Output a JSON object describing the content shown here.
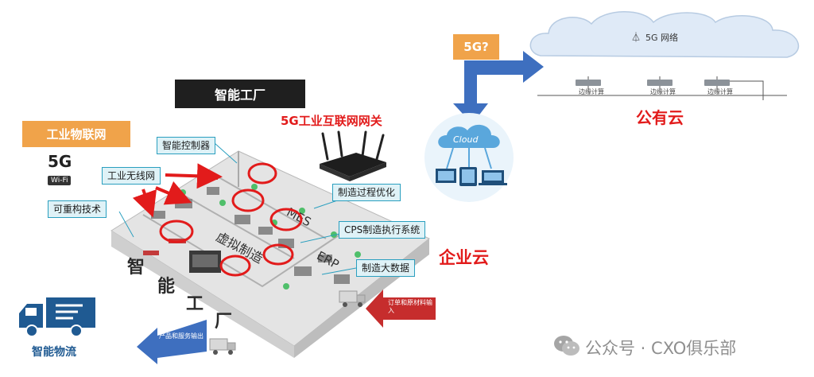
{
  "factory": {
    "title": "智能工厂",
    "floor_chars": [
      "智",
      "能",
      "工",
      "厂"
    ],
    "floor_labels": [
      "虚拟制造",
      "MES",
      "ERP"
    ]
  },
  "iot": {
    "title": "工业物联网"
  },
  "badges": {
    "g5": "5G",
    "wifi": "Wi-Fi"
  },
  "labels": {
    "controller": "智能控制器",
    "wireless": "工业无线网",
    "reconfig": "可重构技术",
    "process": "制造过程优化",
    "cps": "CPS制造执行系统",
    "bigdata": "制造大数据"
  },
  "gateway": {
    "title": "5G工业互联网网关"
  },
  "question": {
    "label": "5G?"
  },
  "public_cloud": {
    "network_label": "5G 网络",
    "nodes": [
      "边缘计算",
      "边缘计算",
      "边缘计算"
    ],
    "title": "公有云"
  },
  "enterprise_cloud": {
    "cloud_label": "Cloud",
    "title": "企业云"
  },
  "arrows": {
    "orders": "订单和原材料输入",
    "products": "产品和服务输出"
  },
  "logistics": {
    "title": "智能物流"
  },
  "watermark": {
    "text": "公众号 · CXO俱乐部"
  },
  "colors": {
    "accent_red": "#e21b1b",
    "arrow_blue": "#3e6fbf",
    "cyan": "#2a9fbf",
    "orange": "#f0a34a"
  }
}
